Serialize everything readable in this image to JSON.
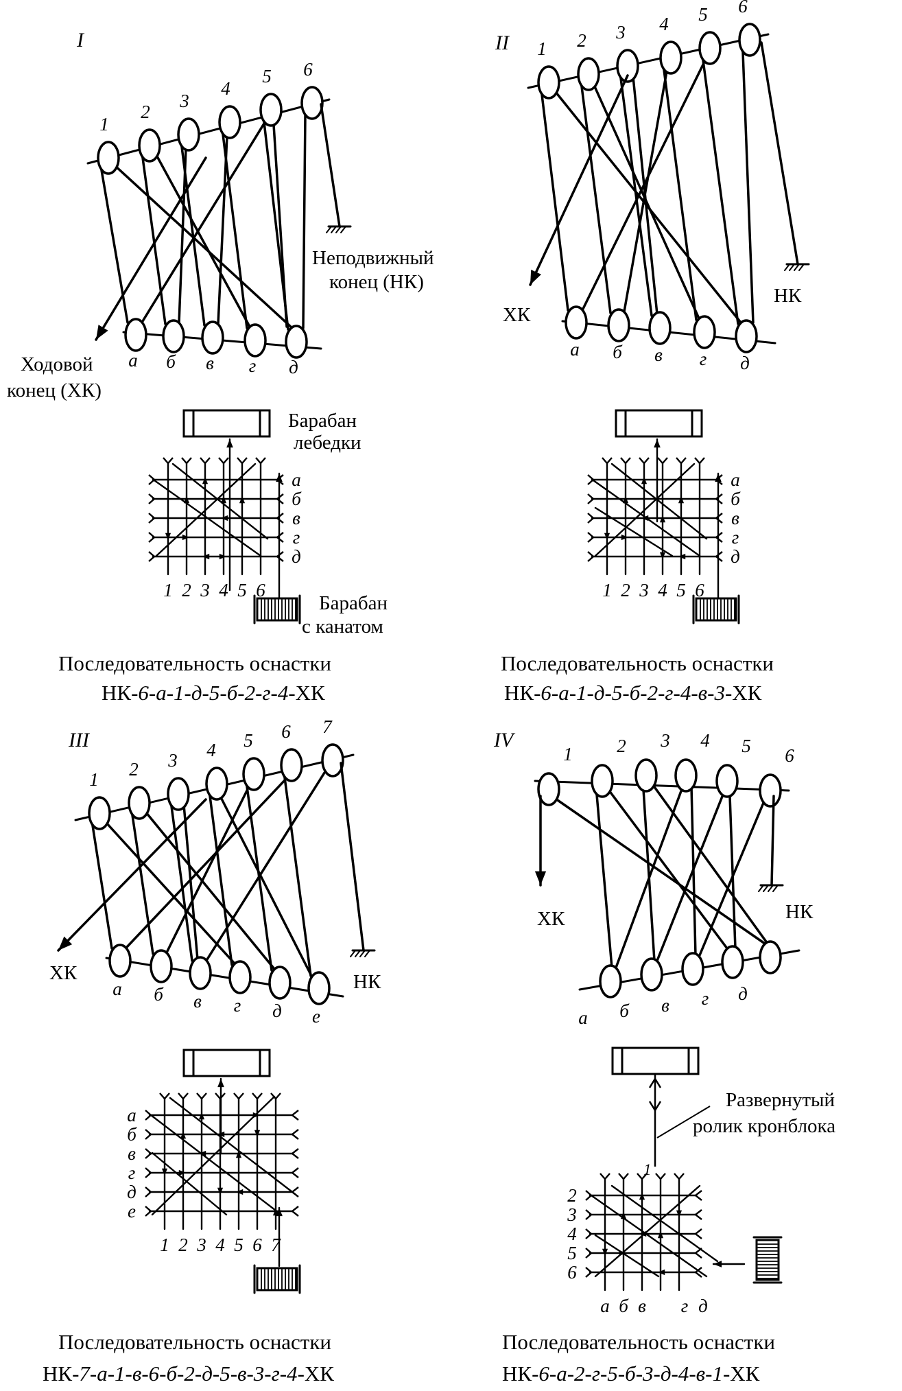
{
  "panels": [
    {
      "id": "I",
      "numeral": "I",
      "crown_labels": [
        "1",
        "2",
        "3",
        "4",
        "5",
        "6"
      ],
      "travel_labels": [
        "а",
        "б",
        "в",
        "г",
        "д"
      ],
      "fixed_end_label_1": "Неподвижный",
      "fixed_end_label_2": "конец (НК)",
      "running_end_label_1": "Ходовой",
      "running_end_label_2": "конец (ХК)",
      "winch_drum_label_1": "Барабан",
      "winch_drum_label_2": "лебедки",
      "rope_drum_label_1": "Барабан",
      "rope_drum_label_2": "с канатом",
      "grid_col_labels": [
        "1",
        "2",
        "3",
        "4",
        "5",
        "6"
      ],
      "grid_row_labels": [
        "а",
        "б",
        "в",
        "г",
        "д"
      ],
      "sequence_title": "Последовательность оснастки",
      "sequence_prefix": "НК-",
      "sequence_body": "6-а-1-д-5-б-2-г-4",
      "sequence_suffix": "-ХК"
    },
    {
      "id": "II",
      "numeral": "II",
      "crown_labels": [
        "1",
        "2",
        "3",
        "4",
        "5",
        "6"
      ],
      "travel_labels": [
        "а",
        "б",
        "в",
        "г",
        "д"
      ],
      "fixed_end_label": "НК",
      "running_end_label": "ХК",
      "grid_col_labels": [
        "1",
        "2",
        "3",
        "4",
        "5",
        "6"
      ],
      "grid_row_labels": [
        "а",
        "б",
        "в",
        "г",
        "д"
      ],
      "sequence_title": "Последовательность оснастки",
      "sequence_prefix": "НК-",
      "sequence_body": "6-а-1-д-5-б-2-г-4-в-3",
      "sequence_suffix": "-ХК"
    },
    {
      "id": "III",
      "numeral": "III",
      "crown_labels": [
        "1",
        "2",
        "3",
        "4",
        "5",
        "6",
        "7"
      ],
      "travel_labels": [
        "а",
        "б",
        "в",
        "г",
        "д",
        "е"
      ],
      "fixed_end_label": "НК",
      "running_end_label": "ХК",
      "grid_col_labels": [
        "1",
        "2",
        "3",
        "4",
        "5",
        "6",
        "7"
      ],
      "grid_row_labels": [
        "а",
        "б",
        "в",
        "г",
        "д",
        "е"
      ],
      "sequence_title": "Последовательность оснастки",
      "sequence_prefix": "НК-",
      "sequence_body": "7-а-1-в-6-б-2-д-5-в-3-г-4",
      "sequence_suffix": "-ХК"
    },
    {
      "id": "IV",
      "numeral": "IV",
      "crown_labels": [
        "1",
        "2",
        "3",
        "4",
        "5",
        "6"
      ],
      "travel_labels": [
        "а",
        "б",
        "в",
        "г",
        "д"
      ],
      "fixed_end_label": "НК",
      "running_end_label": "ХК",
      "unrolled_label_1": "Развернутый",
      "unrolled_label_2": "ролик кронблока",
      "grid_top_label": "1",
      "grid_row_labels": [
        "2",
        "3",
        "4",
        "5",
        "6"
      ],
      "grid_col_labels": [
        "а",
        "б",
        "в",
        "г",
        "д"
      ],
      "sequence_title": "Последовательность оснастки",
      "sequence_prefix": "НК-",
      "sequence_body": "6-а-2-г-5-б-3-д-4-в-1",
      "sequence_suffix": "-ХК"
    }
  ]
}
